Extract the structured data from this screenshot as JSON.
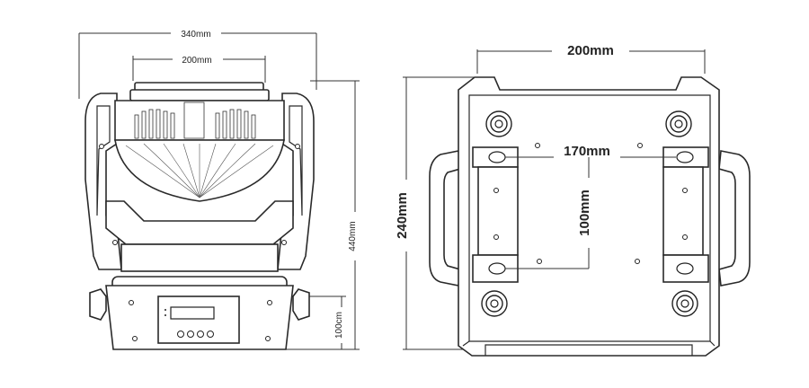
{
  "front_view": {
    "width_outer": "340mm",
    "width_lens": "200mm",
    "height_total": "440mm",
    "height_base": "100cm"
  },
  "top_view": {
    "width_top": "200mm",
    "height_total": "240mm",
    "hole_spacing_horizontal": "170mm",
    "hole_spacing_vertical": "100mm"
  },
  "colors": {
    "line": "#2a2a2a",
    "text": "#222222",
    "background": "#ffffff"
  }
}
